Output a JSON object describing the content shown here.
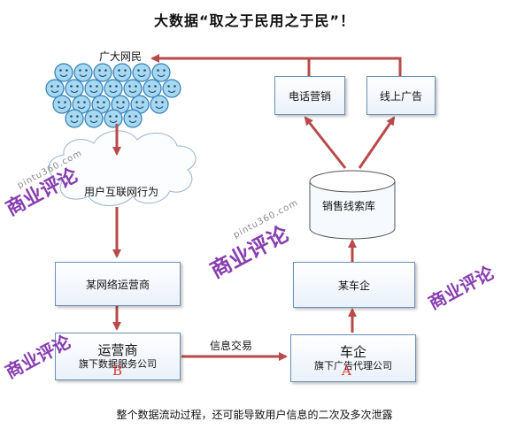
{
  "title": "大数据“取之于民用之于民”！",
  "nodes": {
    "netizens": "广大网民",
    "behavior": "用户互联网行为",
    "telecom": "某网络运营商",
    "operator_title": "运营商",
    "operator_sub": "旗下数据服务公司",
    "operator_tag": "B",
    "automaker": "某车企",
    "car_title": "车企",
    "car_sub": "旗下广告代理公司",
    "car_tag": "A",
    "database": "销售线索库",
    "phone_sales": "电话营销",
    "online_ads": "线上广告"
  },
  "edge_labels": {
    "exchange": "信息交易"
  },
  "caption": "整个数据流动过程，还可能导致用户信息的二次及多次泄露",
  "watermark": {
    "text": "商业评论",
    "site": "pintu360.com"
  },
  "colors": {
    "arrow": "#b94a4a",
    "box_border": "#6a8fb8",
    "tag": "#d33333",
    "face_fill": "#a8d8f0",
    "face_stroke": "#2e7fb8"
  }
}
